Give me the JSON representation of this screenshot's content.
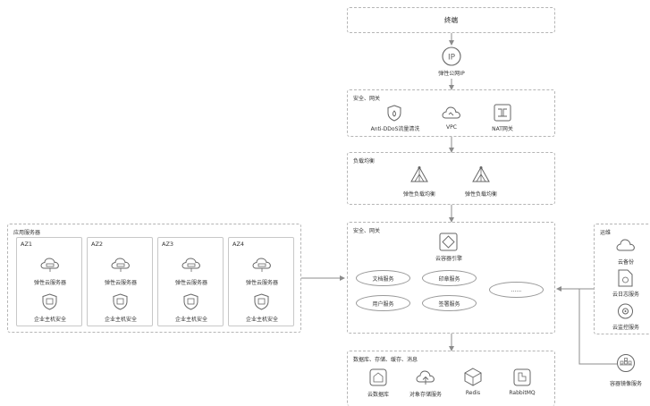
{
  "terminal": {
    "label": "终端"
  },
  "eip": {
    "label": "弹性公网IP",
    "badge": "IP"
  },
  "security_gateway_top": {
    "title": "安全、网关",
    "items": [
      {
        "label": "Anti-DDoS流量清洗",
        "icon": "shield-icon"
      },
      {
        "label": "VPC",
        "icon": "cloud-icon"
      },
      {
        "label": "NAT网关",
        "icon": "nat-gateway-icon"
      }
    ]
  },
  "load_balancing": {
    "title": "负载均衡",
    "items": [
      {
        "label": "弹性负载均衡",
        "icon": "load-balancer-icon"
      },
      {
        "label": "弹性负载均衡",
        "icon": "load-balancer-icon"
      }
    ]
  },
  "app_servers": {
    "title": "应用服务器",
    "zones": [
      {
        "name": "AZ1",
        "server": "弹性云服务器",
        "security": "企业主机安全"
      },
      {
        "name": "AZ2",
        "server": "弹性云服务器",
        "security": "企业主机安全"
      },
      {
        "name": "AZ3",
        "server": "弹性云服务器",
        "security": "企业主机安全"
      },
      {
        "name": "AZ4",
        "server": "弹性云服务器",
        "security": "企业主机安全"
      }
    ]
  },
  "security_gateway_center": {
    "title": "安全、网关",
    "engine": "云容器引擎",
    "services": [
      "文档服务",
      "印章服务",
      "用户服务",
      "签署服务",
      "......"
    ]
  },
  "ops": {
    "title": "运维",
    "items": [
      {
        "label": "云备份",
        "icon": "cloud-backup-icon"
      },
      {
        "label": "云日志服务",
        "icon": "log-service-icon"
      },
      {
        "label": "云监控服务",
        "icon": "monitor-eye-icon"
      }
    ]
  },
  "image_service": {
    "label": "容器镜像服务",
    "icon": "container-registry-icon"
  },
  "data_layer": {
    "title": "数据库、存储、缓存、消息",
    "items": [
      {
        "label": "云数据库",
        "icon": "database-icon"
      },
      {
        "label": "对象存储服务",
        "icon": "object-storage-icon"
      },
      {
        "label": "Redis",
        "icon": "redis-cube-icon"
      },
      {
        "label": "RabbitMQ",
        "icon": "rabbitmq-icon"
      }
    ]
  },
  "colors": {
    "border": "#b5b5b5",
    "line": "#8c8c8c",
    "icon": "#666666"
  }
}
